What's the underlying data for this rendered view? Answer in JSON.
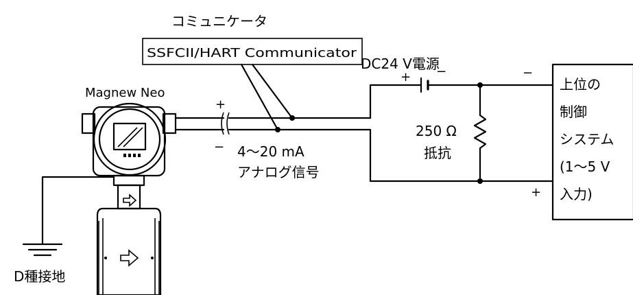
{
  "communicator": {
    "title": "コミュニケータ",
    "box_label": "SSFCII/HART Communicator"
  },
  "power": {
    "label": "DC24 V電源",
    "plus": "+",
    "minus": "−"
  },
  "transmitter": {
    "label": "Magnew Neo",
    "plus": "+",
    "minus": "−"
  },
  "signal": {
    "line1": "4〜20 mA",
    "line2": "アナログ信号"
  },
  "resistor": {
    "line1": "250 Ω",
    "line2": "抵抗"
  },
  "upper_system": {
    "line1": "上位の",
    "line2": "制御",
    "line3": "システム",
    "line4": "(1〜5 V",
    "line5": "入力)",
    "minus": "−",
    "plus": "+"
  },
  "ground": {
    "label": "D種接地"
  },
  "icons": [
    "flow-arrow-icon",
    "ground-icon",
    "resistor-icon",
    "battery-icon"
  ]
}
